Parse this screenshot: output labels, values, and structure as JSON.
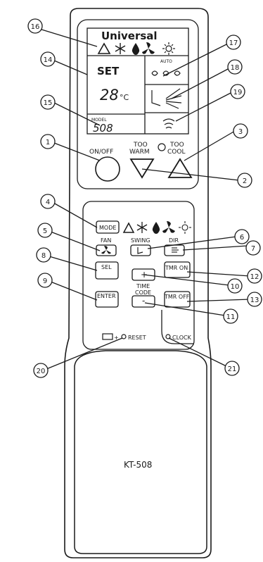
{
  "lcd": {
    "title": "Universal",
    "set": "SET",
    "temperature": "28",
    "unit": "°C",
    "model_label": "MODEL",
    "model_code": "508",
    "auto": "AUTO"
  },
  "top_controls": {
    "onoff": "ON/OFF",
    "too_warm": "TOO\nWARM",
    "too_cool": "TOO\nCOOL"
  },
  "panel": {
    "mode": "MODE",
    "fan": "FAN",
    "swing": "SWING",
    "dir": "DIR",
    "sel": "SEL",
    "plus": "+",
    "minus": "-",
    "time_code": "TIME\nCODE",
    "tmr_on": "TMR ON",
    "enter": "ENTER",
    "tmr_off": "TMR OFF",
    "reset": "RESET",
    "clock": "CLOCK"
  },
  "model_name": "KT-508",
  "callouts": [
    "1",
    "2",
    "3",
    "4",
    "5",
    "6",
    "7",
    "8",
    "9",
    "10",
    "11",
    "12",
    "13",
    "14",
    "15",
    "16",
    "17",
    "18",
    "19",
    "20",
    "21"
  ],
  "icons": [
    "triangle-icon",
    "snowflake-icon",
    "drop-icon",
    "fan-icon",
    "sun-icon",
    "battery-icon"
  ]
}
